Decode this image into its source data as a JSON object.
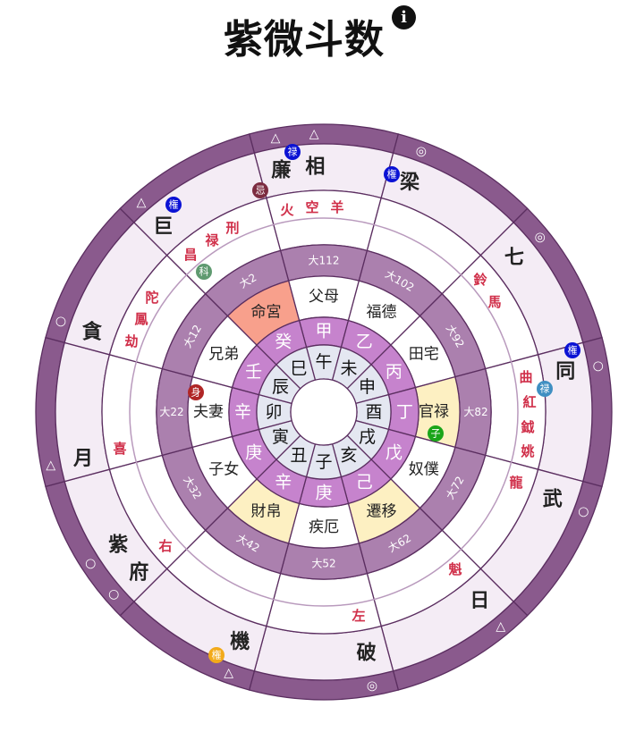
{
  "header": {
    "title": "紫微斗数",
    "info_icon": "i"
  },
  "colors": {
    "outer_band": "#8a5a8d",
    "star_ring": "#f4ecf5",
    "decade_band": "#ab80ae",
    "stem_ring": "#c683cd",
    "branch_ring": "#e4e7f1",
    "line": "#5b2e60",
    "ming_fill": "#f8a08c",
    "triad_fill": "#fdf0c2",
    "minor_star": "#d0304a"
  },
  "palaces": [
    {
      "branch": "午",
      "stem": "甲",
      "name": "父母",
      "decade": "大112",
      "highlight": "",
      "major": [
        {
          "name": "廉",
          "brightness": "△"
        },
        {
          "name": "相",
          "brightness": "△"
        }
      ],
      "minor": [
        "火",
        "空",
        "羊"
      ]
    },
    {
      "branch": "未",
      "stem": "乙",
      "name": "福德",
      "decade": "大102",
      "highlight": "",
      "major": [
        {
          "name": "梁",
          "brightness": "◎"
        }
      ],
      "minor": []
    },
    {
      "branch": "申",
      "stem": "丙",
      "name": "田宅",
      "decade": "大92",
      "highlight": "",
      "major": [
        {
          "name": "七",
          "brightness": "◎"
        }
      ],
      "minor": [
        "鈴",
        "馬"
      ]
    },
    {
      "branch": "酉",
      "stem": "丁",
      "name": "官禄",
      "decade": "大82",
      "highlight": "triad",
      "major": [
        {
          "name": "同",
          "brightness": "○"
        }
      ],
      "minor": [
        "曲",
        "紅",
        "鉞",
        "姚"
      ]
    },
    {
      "branch": "戌",
      "stem": "戊",
      "name": "奴僕",
      "decade": "大72",
      "highlight": "",
      "major": [
        {
          "name": "武",
          "brightness": "○"
        }
      ],
      "minor": [
        "龍"
      ]
    },
    {
      "branch": "亥",
      "stem": "己",
      "name": "遷移",
      "decade": "大62",
      "highlight": "triad",
      "major": [
        {
          "name": "日",
          "brightness": "△"
        }
      ],
      "minor": [
        "魁"
      ]
    },
    {
      "branch": "子",
      "stem": "庚",
      "name": "疾厄",
      "decade": "大52",
      "highlight": "",
      "major": [
        {
          "name": "破",
          "brightness": "◎"
        }
      ],
      "minor": [
        "左"
      ]
    },
    {
      "branch": "丑",
      "stem": "辛",
      "name": "財帛",
      "decade": "大42",
      "highlight": "triad",
      "major": [
        {
          "name": "機",
          "brightness": "△"
        }
      ],
      "minor": []
    },
    {
      "branch": "寅",
      "stem": "庚",
      "name": "子女",
      "decade": "大32",
      "highlight": "",
      "major": [
        {
          "name": "紫",
          "brightness": "○"
        },
        {
          "name": "府",
          "brightness": "○"
        }
      ],
      "minor": [
        "右"
      ]
    },
    {
      "branch": "卯",
      "stem": "辛",
      "name": "夫妻",
      "decade": "大22",
      "highlight": "",
      "major": [
        {
          "name": "月",
          "brightness": "△"
        }
      ],
      "minor": [
        "喜"
      ]
    },
    {
      "branch": "辰",
      "stem": "壬",
      "name": "兄弟",
      "decade": "大12",
      "highlight": "",
      "major": [
        {
          "name": "貪",
          "brightness": "○"
        }
      ],
      "minor": [
        "陀",
        "鳳",
        "劫"
      ]
    },
    {
      "branch": "巳",
      "stem": "癸",
      "name": "命宮",
      "decade": "大2",
      "highlight": "ming",
      "major": [
        {
          "name": "巨",
          "brightness": "△"
        }
      ],
      "minor": [
        "昌",
        "禄",
        "刑"
      ]
    }
  ],
  "badges": [
    {
      "text": "禄",
      "color": "#0b12d4",
      "target": "廉"
    },
    {
      "text": "忌",
      "color": "#7c2c40",
      "target": "廉"
    },
    {
      "text": "権",
      "color": "#0b12d4",
      "target": "梁"
    },
    {
      "text": "権",
      "color": "#0b12d4",
      "target": "同"
    },
    {
      "text": "禄",
      "color": "#3f8fc2",
      "target": "同"
    },
    {
      "text": "権",
      "color": "#f2aa1a",
      "target": "機"
    },
    {
      "text": "権",
      "color": "#0b12d4",
      "target": "巨"
    },
    {
      "text": "科",
      "color": "#5f9a70",
      "target": "昌"
    },
    {
      "text": "身",
      "color": "#b02626",
      "target": "夫妻"
    },
    {
      "text": "子",
      "color": "#1aa51a",
      "target": "官禄"
    }
  ]
}
